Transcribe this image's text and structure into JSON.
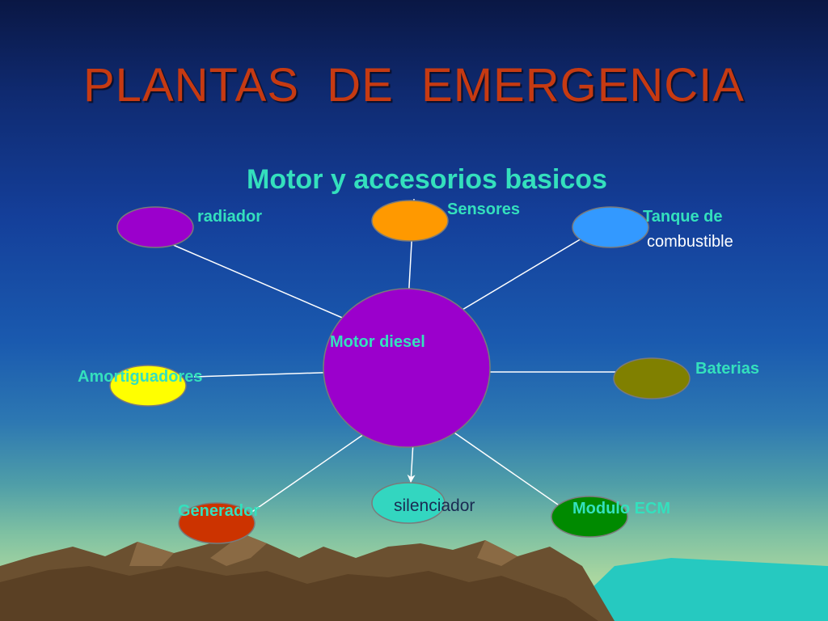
{
  "slide": {
    "title": "PLANTAS  DE  EMERGENCIA",
    "subtitle": "Motor y accesorios basicos"
  },
  "diagram": {
    "center": {
      "label": "Motor diesel",
      "color": "#9b00cc"
    },
    "nodes": [
      {
        "id": "radiador",
        "label": "radiador",
        "color": "#9b00cc"
      },
      {
        "id": "sensores",
        "label": "Sensores",
        "color": "#ff9900"
      },
      {
        "id": "tanque",
        "label": "Tanque de",
        "label2": "combustible",
        "color": "#3399ff"
      },
      {
        "id": "baterias",
        "label": "Baterias",
        "color": "#808000"
      },
      {
        "id": "amortiguadores",
        "label": "Amortiguadores",
        "color": "#ffff00"
      },
      {
        "id": "generador",
        "label": "Generador",
        "color": "#cc3300"
      },
      {
        "id": "silenciador",
        "label": "silenciador",
        "color": "#33d6c0"
      },
      {
        "id": "modulo",
        "label": "Modulo ECM",
        "color": "#008a00"
      }
    ]
  }
}
